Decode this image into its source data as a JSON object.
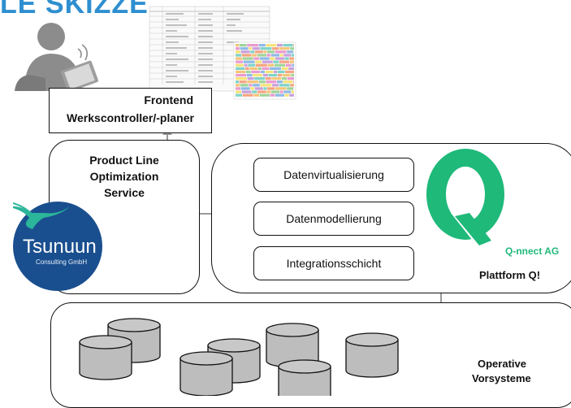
{
  "slide": {
    "title": "LE SKIZZE"
  },
  "frontend": {
    "line1": "Frontend",
    "line2": "Werkscontroller/-planer"
  },
  "plo": {
    "line1": "Product Line",
    "line2": "Optimization",
    "line3": "Service"
  },
  "platform": {
    "layers": [
      "Datenvirtualisierung",
      "Datenmodellierung",
      "Integrationsschicht"
    ],
    "vendor": "Q-nnect AG",
    "name": "Plattform Q!"
  },
  "tsunuun": {
    "name": "Tsunuun",
    "sub": "Consulting GmbH"
  },
  "operative": {
    "line1": "Operative",
    "line2": "Vorsysteme"
  },
  "colors": {
    "title": "#2e8fd0",
    "qnnect": "#1fb97a",
    "tsunuun": "#1a4f8f",
    "database": "#bdbdbd"
  }
}
